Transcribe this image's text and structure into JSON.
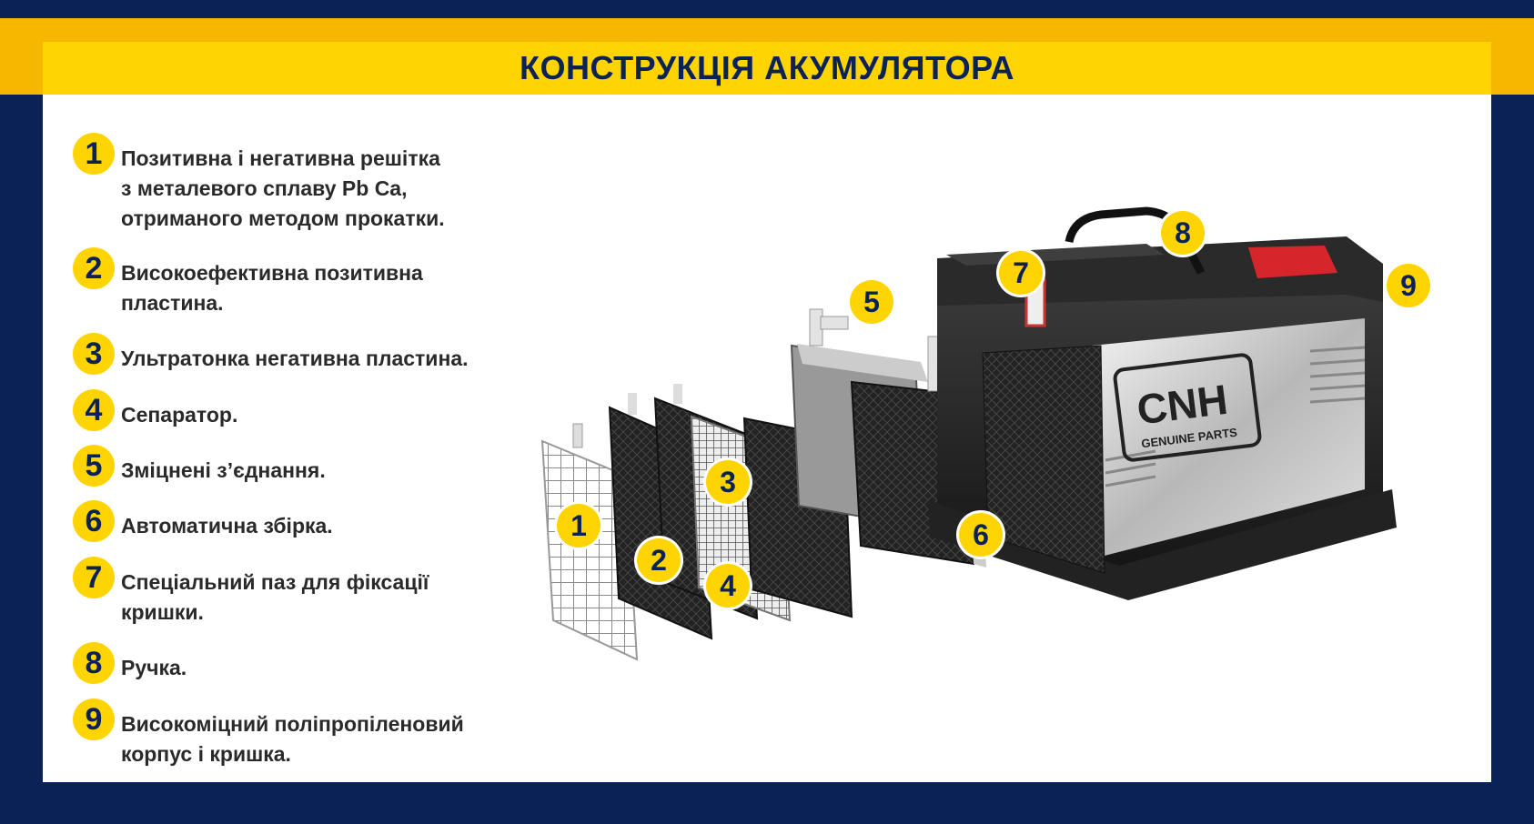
{
  "title": "КОНСТРУКЦІЯ АКУМУЛЯТОРА",
  "legend": [
    {
      "number": "1",
      "text": "Позитивна і негативна решітка\nз металевого сплаву Pb Ca,\nотриманого методом прокатки."
    },
    {
      "number": "2",
      "text": "Високоефективна позитивна\nпластина."
    },
    {
      "number": "3",
      "text": "Ультратонка негативна пластина."
    },
    {
      "number": "4",
      "text": "Сепаратор."
    },
    {
      "number": "5",
      "text": "Зміцнені з’єднання."
    },
    {
      "number": "6",
      "text": "Автоматична збірка."
    },
    {
      "number": "7",
      "text": "Спеціальний паз для фіксації\nкришки."
    },
    {
      "number": "8",
      "text": "Ручка."
    },
    {
      "number": "9",
      "text": "Високоміцний поліпропіленовий\nкорпус і кришка."
    }
  ],
  "logo": {
    "brand": "CNH",
    "subtitle": "GENUINE PARTS"
  },
  "callouts": [
    "1",
    "2",
    "3",
    "4",
    "5",
    "6",
    "7",
    "8",
    "9"
  ],
  "colors": {
    "navy": "#0b2257",
    "yellow": "#ffd400",
    "gold": "#f7b600",
    "terminal_red": "#d7262b"
  }
}
